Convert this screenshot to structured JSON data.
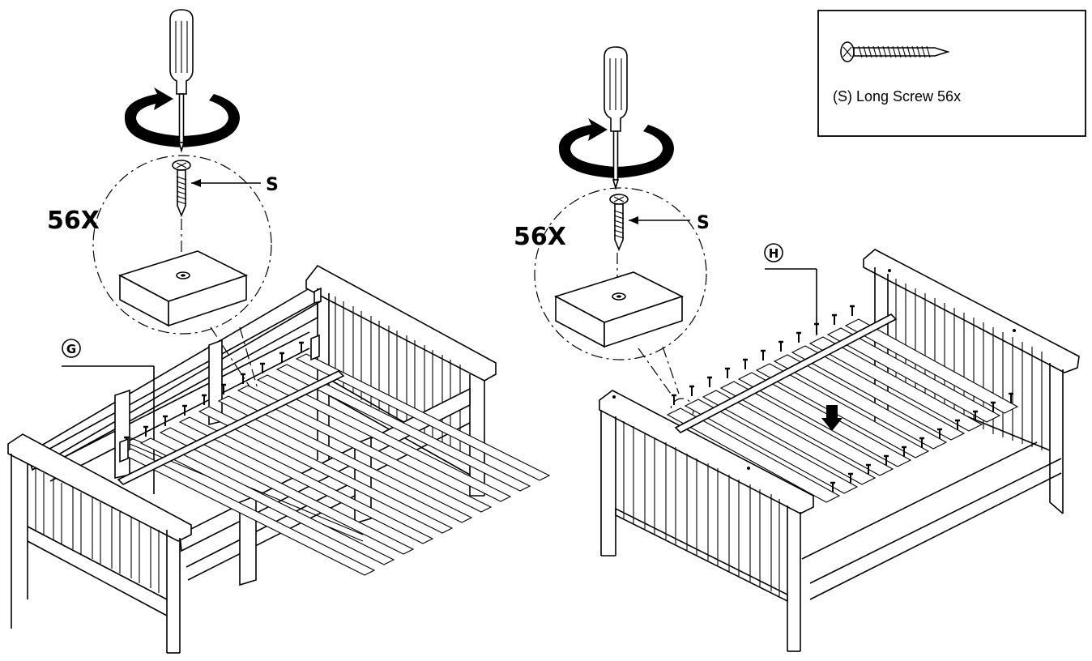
{
  "left_step": {
    "quantity": "56X",
    "screw_label": "S",
    "part_label": "G"
  },
  "right_step": {
    "quantity": "56X",
    "screw_label": "S",
    "part_label": "H"
  },
  "legend": {
    "caption": "(S) Long Screw 56x",
    "icon": "long-screw-icon"
  }
}
